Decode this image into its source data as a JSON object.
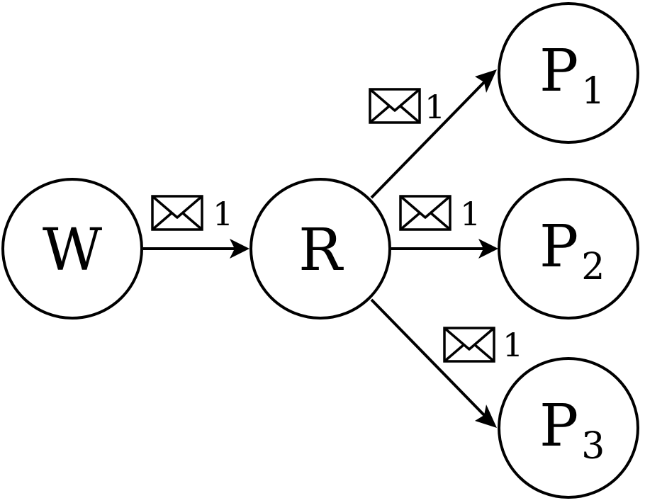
{
  "nodes": [
    {
      "id": "W",
      "label": "W",
      "subscript": ""
    },
    {
      "id": "R",
      "label": "R",
      "subscript": ""
    },
    {
      "id": "P1",
      "label": "P",
      "subscript": "1"
    },
    {
      "id": "P2",
      "label": "P",
      "subscript": "2"
    },
    {
      "id": "P3",
      "label": "P",
      "subscript": "3"
    }
  ],
  "edges": [
    {
      "from": "W",
      "to": "R",
      "message_icon": "envelope-icon",
      "count": "1"
    },
    {
      "from": "R",
      "to": "P1",
      "message_icon": "envelope-icon",
      "count": "1"
    },
    {
      "from": "R",
      "to": "P2",
      "message_icon": "envelope-icon",
      "count": "1"
    },
    {
      "from": "R",
      "to": "P3",
      "message_icon": "envelope-icon",
      "count": "1"
    }
  ],
  "colors": {
    "stroke": "#000000",
    "fill": "#ffffff"
  }
}
